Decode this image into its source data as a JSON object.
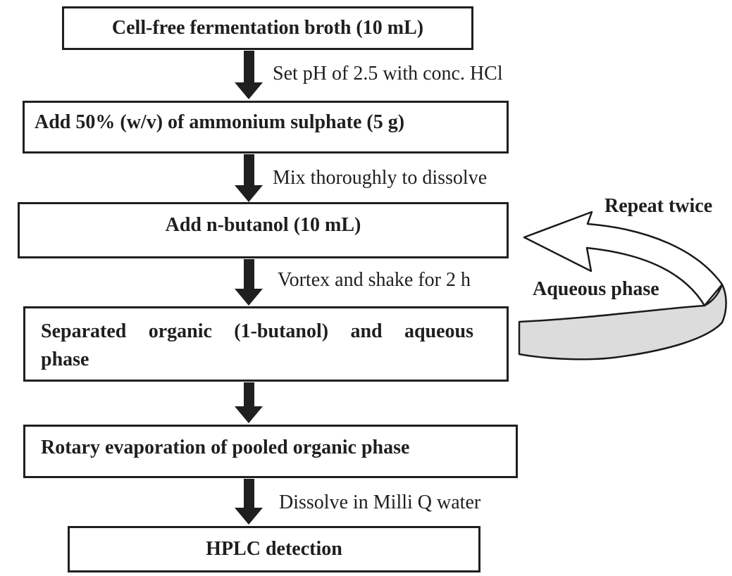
{
  "figure": {
    "type": "process-flowchart",
    "colors": {
      "ink": "#1f1f1f",
      "background": "#ffffff",
      "loop_ribbon_underside": "#dcdcdc",
      "loop_ribbon_top": "#ffffff"
    },
    "steps": [
      {
        "text": "Cell-free fermentation broth (10 mL)"
      },
      {
        "text": "Add 50% (w/v) of ammonium sulphate (5 g)"
      },
      {
        "text": "Add n-butanol (10 mL)"
      },
      {
        "text": "Separated organic (1-butanol) and aqueous phase"
      },
      {
        "text": "Rotary evaporation of pooled organic phase"
      },
      {
        "text": "HPLC detection"
      }
    ],
    "transitions": [
      {
        "label": "Set pH of 2.5 with conc. HCl"
      },
      {
        "label": "Mix thoroughly to dissolve"
      },
      {
        "label": "Vortex and shake for 2 h"
      },
      {
        "label": ""
      },
      {
        "label": "Dissolve in Milli Q water"
      }
    ],
    "repeat_loop": {
      "label": "Repeat twice",
      "return_stream": "Aqueous phase"
    }
  }
}
